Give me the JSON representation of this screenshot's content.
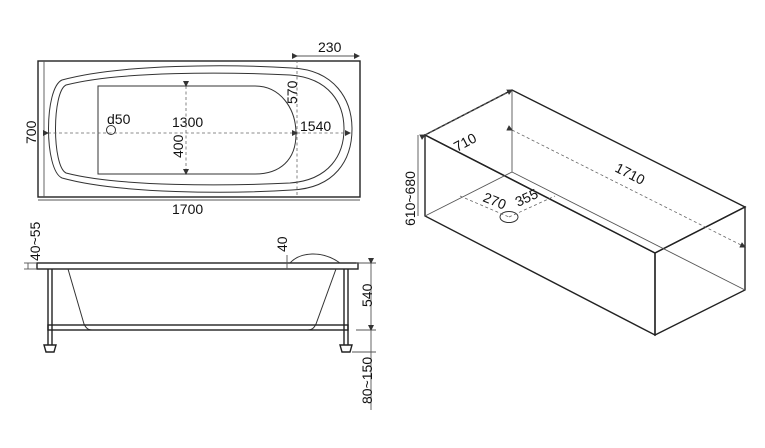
{
  "labels": {
    "top_view": {
      "width_top": "230",
      "depth_570": "570",
      "overall_width": "700",
      "drain": "d50",
      "inner_length": "1300",
      "inner_width": "400",
      "length_1540": "1540",
      "overall_length": "1700"
    },
    "side_view": {
      "rim_thickness": "40~55",
      "rim_height": "40",
      "body_height": "540",
      "leg_height": "80~150"
    },
    "iso_view": {
      "height": "610~680",
      "width": "710",
      "length": "1710",
      "drain_offset_x": "270",
      "drain_offset_y": "355"
    }
  }
}
